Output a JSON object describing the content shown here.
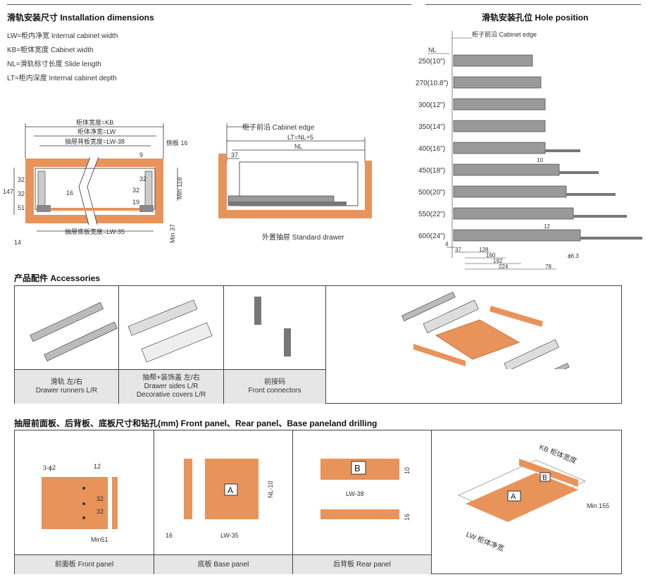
{
  "install": {
    "title": "滑轨安装尺寸 Installation dimensions",
    "defs": [
      "LW=柜内净宽  Internal cabinet width",
      "KB=柜体宽度  Cabinet width",
      "NL=滑轨标寸长度  Slide length",
      "LT=柜内深度  Internal cabinet depth"
    ],
    "front": {
      "kb": "柜体宽度=KB",
      "lw": "柜体净宽=LW",
      "back": "抽屉背板宽度=LW-38",
      "side": "侧板 16",
      "bottom": "抽屉底板宽度=LW-35",
      "v147": "147",
      "v32a": "32",
      "v32b": "32",
      "v51": "51",
      "v16": "16",
      "v19": "19",
      "v32c": "32",
      "v32d": "32",
      "min118": "Min 118",
      "min37": "Min 37",
      "v14": "14",
      "v9": "9"
    },
    "side": {
      "edge": "柜子前沿 Cabinet edge",
      "lt": "LT=NL+5",
      "nl": "NL",
      "v37": "37",
      "caption": "外置抽屉 Standard drawer"
    }
  },
  "holes": {
    "title": "滑轨安装孔位 Hole position",
    "edge": "柜子前沿 Cabinet edge",
    "nl": "NL",
    "sizes": [
      "250(10\")",
      "270(10.8\")",
      "300(12\")",
      "350(14\")",
      "400(16\")",
      "450(18\")",
      "500(20\")",
      "550(22\")",
      "600(24\")"
    ],
    "dims": [
      "4",
      "37",
      "128",
      "160",
      "192",
      "224",
      "78",
      "12",
      "ϕ6.3",
      "10"
    ]
  },
  "accessories": {
    "title": "产品配件 Accessories",
    "items": [
      {
        "cn": "滑轨  左/右",
        "en": "Drawer runners  L/R"
      },
      {
        "cn": "抽帮+装饰盖  左/右",
        "en": "Drawer sides  L/R",
        "en2": "Decorative covers  L/R"
      },
      {
        "cn": "前接码",
        "en": "Front connectors"
      }
    ]
  },
  "panels": {
    "title": "抽屉前面板、后背板、底板尺寸和钻孔(mm)   Front panel、Rear panel、Base paneland drilling",
    "front": {
      "caption": "前面板   Front panel",
      "holes": "3-ϕ2",
      "v12": "12",
      "v32a": "32",
      "v32b": "32",
      "min51": "Min51"
    },
    "base": {
      "caption": "底板  Base panel",
      "label": "A",
      "nl": "NL-10",
      "v16": "16",
      "lw": "LW-35"
    },
    "rear": {
      "caption": "后背板  Rear panel",
      "label": "B",
      "lw": "LW-38",
      "v10": "10",
      "v16": "16"
    },
    "iso": {
      "kb": "KB 柜体宽度",
      "lw": "LW 柜体净宽",
      "min155": "Min 155",
      "a": "A",
      "b": "B"
    }
  },
  "colors": {
    "orange": "#e8935a",
    "orange_dark": "#c8743c",
    "grey": "#e6e6e6"
  }
}
